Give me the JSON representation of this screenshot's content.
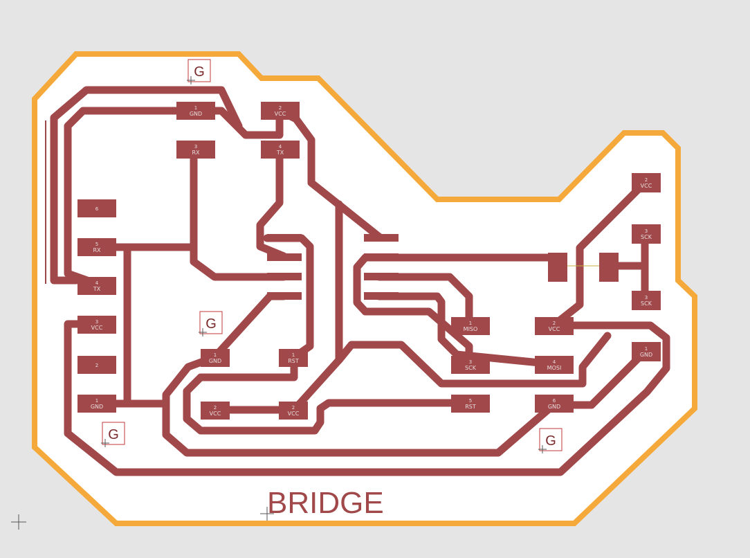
{
  "board_label": "BRIDGE",
  "fiducial_label": "G",
  "colors": {
    "background": "#e5e5e5",
    "board": "#ffffff",
    "outline": "#f5a93a",
    "copper": "#a0484a"
  },
  "pads": [
    {
      "num": "1",
      "name": "GND"
    },
    {
      "num": "2",
      "name": "VCC"
    },
    {
      "num": "3",
      "name": "RX"
    },
    {
      "num": "4",
      "name": "TX"
    },
    {
      "num": "6",
      "name": ""
    },
    {
      "num": "5",
      "name": "RX"
    },
    {
      "num": "4",
      "name": "TX"
    },
    {
      "num": "3",
      "name": "VCC"
    },
    {
      "num": "2",
      "name": ""
    },
    {
      "num": "1",
      "name": "GND"
    },
    {
      "num": "1",
      "name": "GND"
    },
    {
      "num": "1",
      "name": "RST"
    },
    {
      "num": "2",
      "name": "VCC"
    },
    {
      "num": "2",
      "name": "VCC"
    },
    {
      "num": "1",
      "name": "MISO"
    },
    {
      "num": "3",
      "name": "SCK"
    },
    {
      "num": "5",
      "name": "RST"
    },
    {
      "num": "2",
      "name": "VCC"
    },
    {
      "num": "4",
      "name": "MOSI"
    },
    {
      "num": "6",
      "name": "GND"
    },
    {
      "num": "2",
      "name": "VCC"
    },
    {
      "num": "3",
      "name": "SCK"
    },
    {
      "num": "3",
      "name": "SCK"
    },
    {
      "num": "1",
      "name": "GND"
    }
  ]
}
